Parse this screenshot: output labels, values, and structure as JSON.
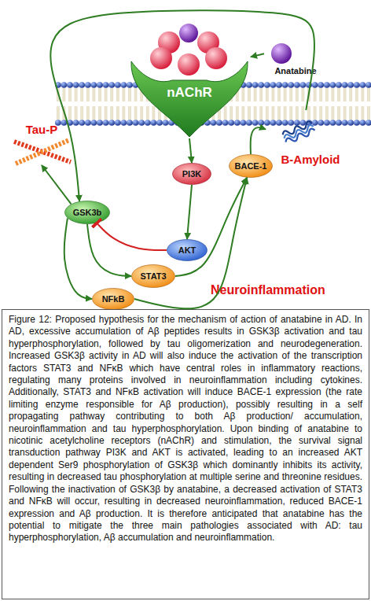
{
  "diagram": {
    "caption": "Figure 12: Proposed hypothesis for the mechanism of action of anatabine in AD. In AD, excessive accumulation of Aβ peptides results in GSK3β activation and tau hyperphosphorylation, followed by tau oligomerization and neurodegeneration. Increased GSK3β activity in AD will also induce the activation of the transcription factors STAT3 and NFκB which have central roles in inflammatory reactions, regulating many proteins involved in neuroinflammation including cytokines. Additionally, STAT3 and NFκB activation will induce BACE-1 expression (the rate limiting enzyme responsible for Aβ production), possibly resulting in a self propagating pathway contributing to both Aβ production/ accumulation, neuroinflammation and tau hyperphosphorylation. Upon binding of anatabine to nicotinic acetylcholine receptors (nAChR) and stimulation, the survival signal transduction pathway PI3K and AKT is activated, leading to an increased AKT dependent Ser9 phosphorylation of GSK3β which dominantly inhibits its activity, resulting in decreased tau phosphorylation at multiple serine and threonine residues. Following the inactivation of GSK3β by anatabine, a decreased activation of STAT3 and NFκB will occur, resulting in decreased neuroinflammation, reduced BACE-1 expression and Aβ production. It is therefore anticipated that anatabine has the potential to mitigate the three main pathologies associated with AD: tau hyperphosphorylation, Aβ accumulation and neuroinflammation.",
    "nodes": [
      {
        "text": [
          "nAChR"
        ]
      },
      {
        "text": [
          "Anatabine"
        ]
      },
      {
        "text": [
          "Tau-P"
        ]
      },
      {
        "text": [
          "PI3K"
        ]
      },
      {
        "text": [
          "BACE-1"
        ]
      },
      {
        "text": [
          "B-Amyloid"
        ]
      },
      {
        "text": [
          "GSK3b"
        ]
      },
      {
        "text": [
          "AKT"
        ]
      },
      {
        "text": [
          "STAT3"
        ]
      },
      {
        "text": [
          "NFkB"
        ]
      }
    ],
    "edges": [
      {
        "from": 0,
        "to": 3,
        "arrow": "to"
      },
      {
        "from": 3,
        "to": 7,
        "arrow": "to"
      },
      {
        "from": 7,
        "to": 6,
        "arrow": "to"
      },
      {
        "from": 6,
        "to": 2,
        "arrow": "to"
      },
      {
        "from": 6,
        "to": 8,
        "arrow": "to"
      },
      {
        "from": 6,
        "to": 9,
        "arrow": "to"
      },
      {
        "from": 8,
        "to": 4,
        "arrow": "to"
      },
      {
        "from": 9,
        "to": 4,
        "arrow": "to"
      },
      {
        "from": 4,
        "to": 5,
        "arrow": "to"
      },
      {
        "from": 5,
        "to": 6,
        "arrow": "to"
      },
      {
        "from": 1,
        "to": 0,
        "arrow": "to"
      }
    ],
    "labels": [
      "Neuroinflammation"
    ]
  }
}
